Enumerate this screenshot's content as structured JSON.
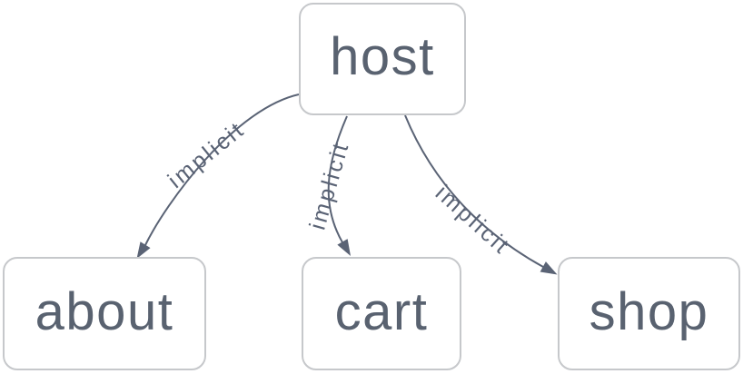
{
  "diagram": {
    "type": "graph",
    "background_color": "#ffffff",
    "node_border_color": "#c6c8cb",
    "node_fill_color": "#ffffff",
    "node_text_color": "#596270",
    "edge_color": "#5a6375",
    "nodes": [
      {
        "id": "host",
        "label": "host"
      },
      {
        "id": "about",
        "label": "about"
      },
      {
        "id": "cart",
        "label": "cart"
      },
      {
        "id": "shop",
        "label": "shop"
      }
    ],
    "edges": [
      {
        "from": "host",
        "to": "about",
        "label": "implicit"
      },
      {
        "from": "host",
        "to": "cart",
        "label": "implicit"
      },
      {
        "from": "host",
        "to": "shop",
        "label": "implicit"
      }
    ]
  }
}
